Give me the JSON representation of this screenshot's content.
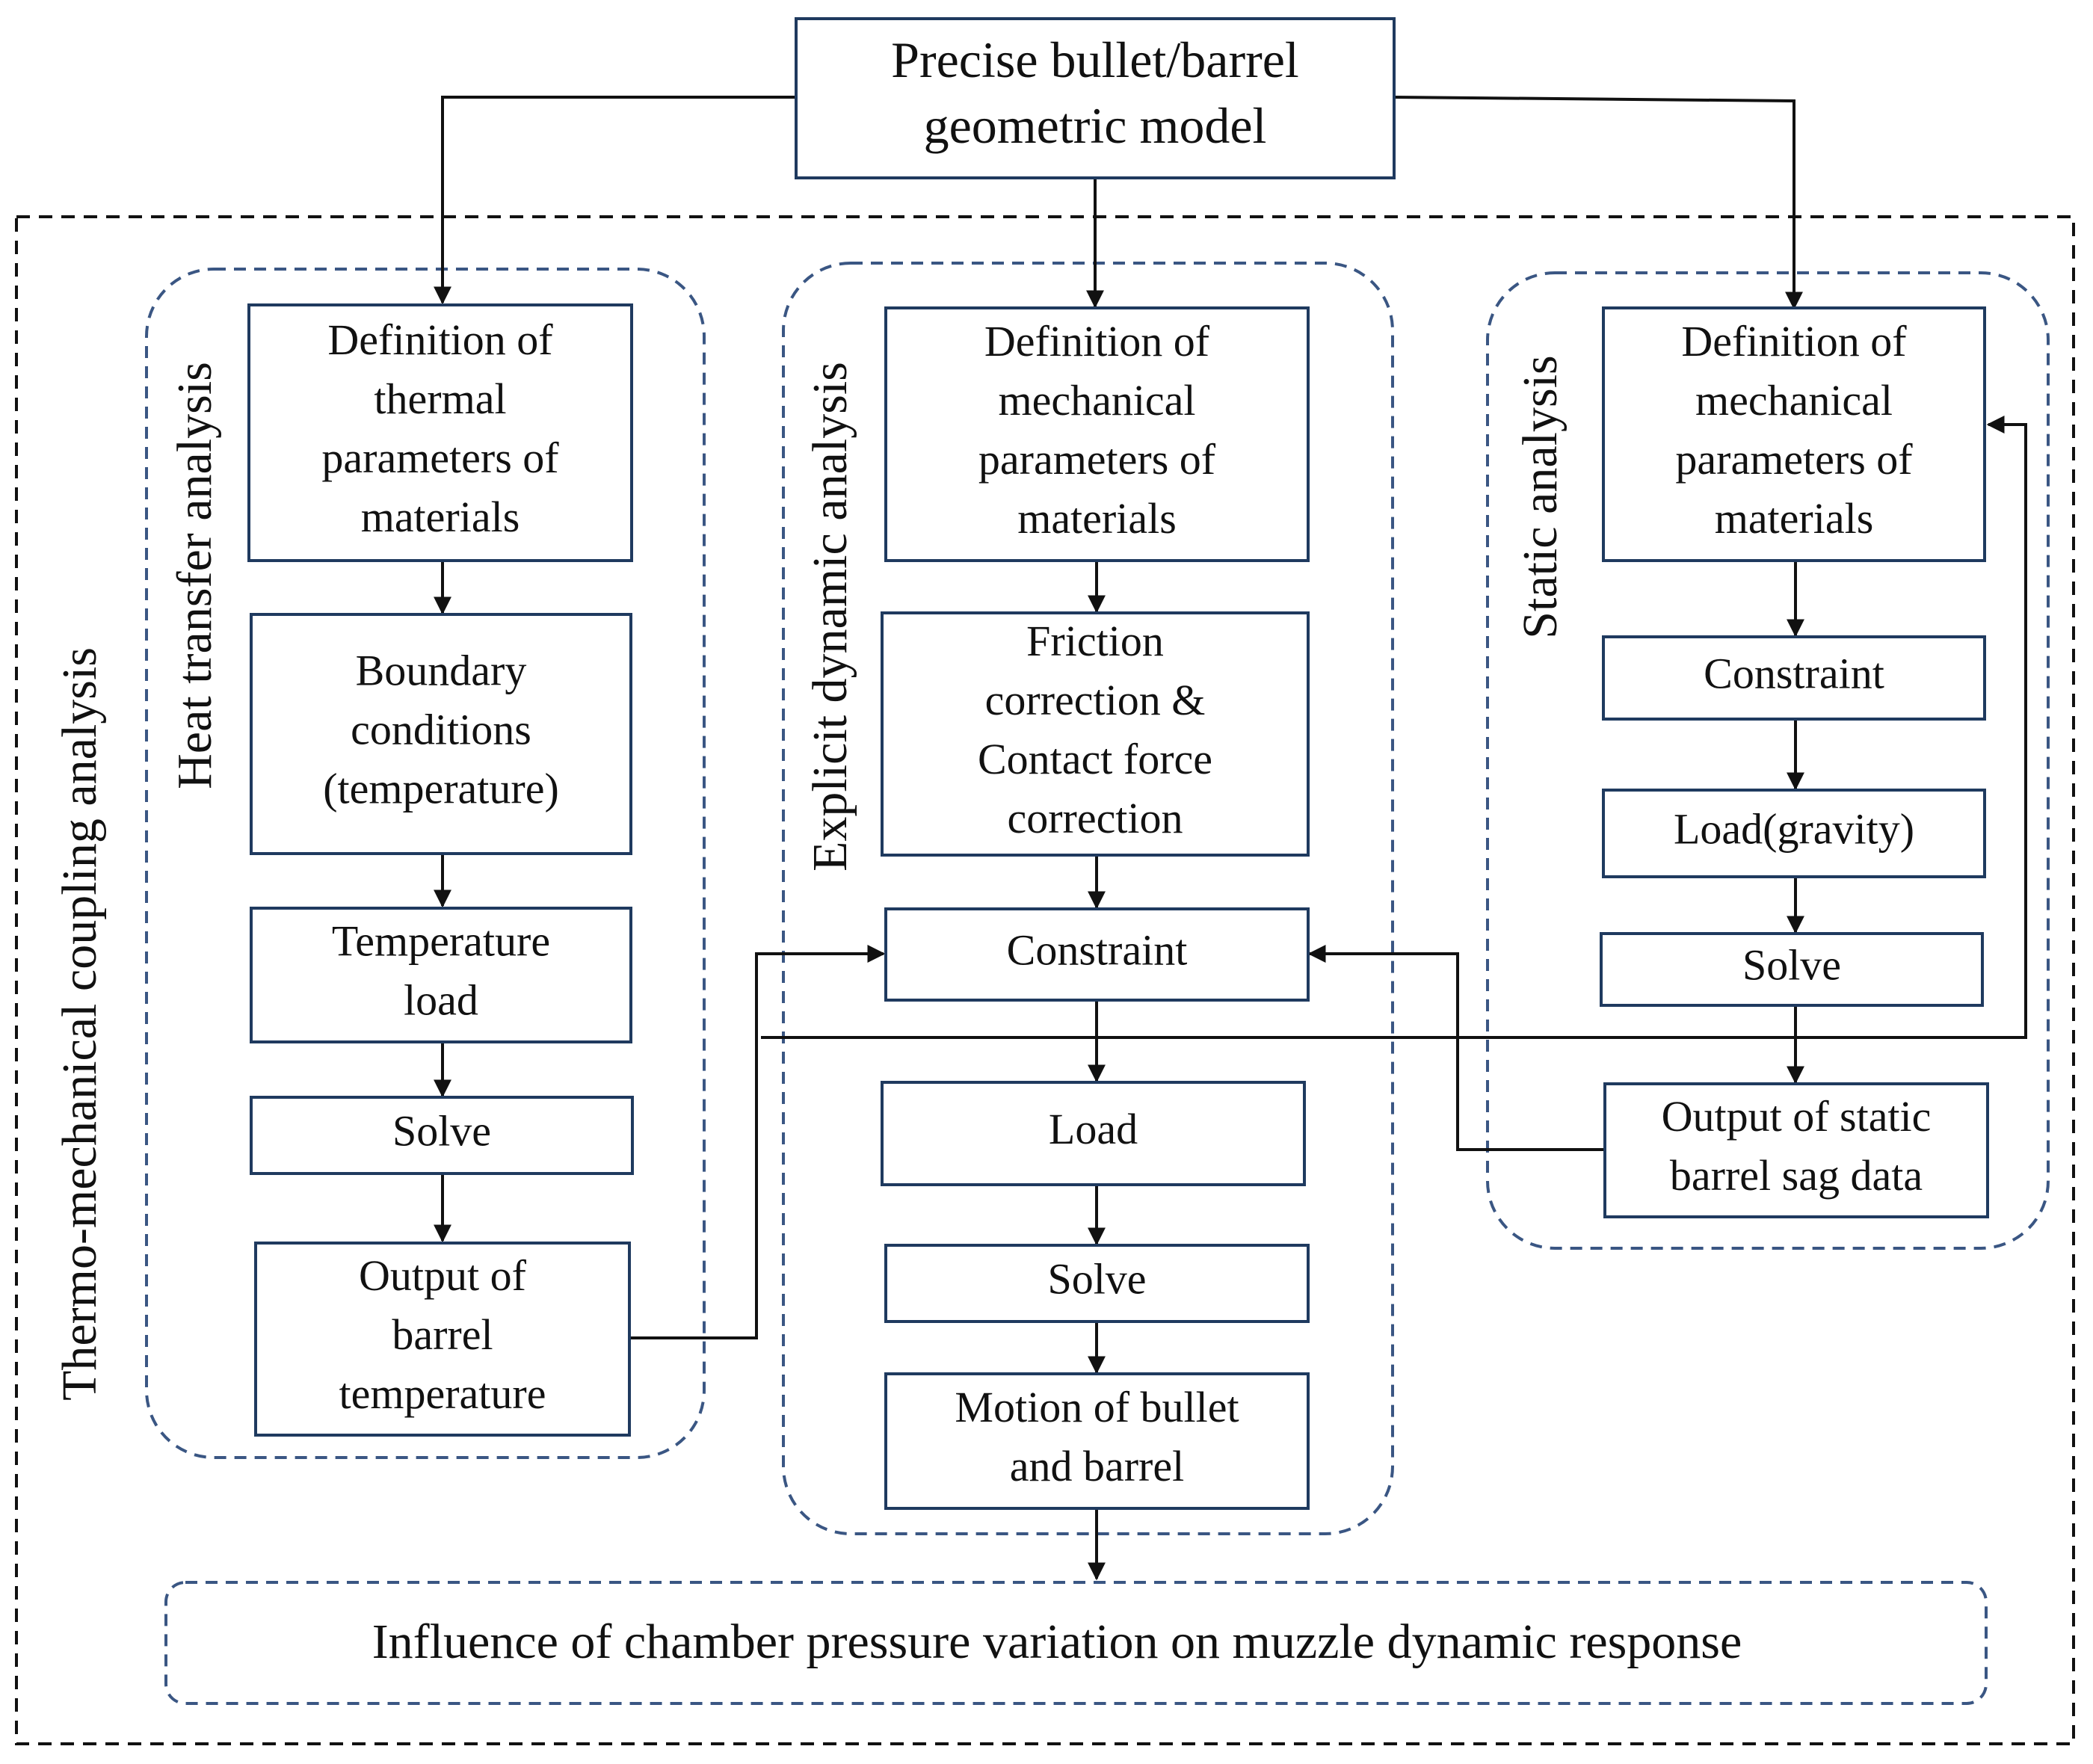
{
  "root": {
    "lines": [
      "Precise bullet/barrel",
      "geometric model"
    ]
  },
  "outer_label": "Thermo-mechanical coupling analysis",
  "heat": {
    "label": "Heat transfer analysis",
    "boxes": [
      {
        "lines": [
          "Definition of",
          "thermal",
          "parameters of",
          "materials"
        ]
      },
      {
        "lines": [
          "Boundary",
          "conditions",
          "(temperature)"
        ]
      },
      {
        "lines": [
          "Temperature",
          "load"
        ]
      },
      {
        "lines": [
          "Solve"
        ]
      },
      {
        "lines": [
          "Output of",
          "barrel",
          "temperature"
        ]
      }
    ]
  },
  "explicit": {
    "label": "Explicit dynamic analysis",
    "boxes": [
      {
        "lines": [
          "Definition of",
          "mechanical",
          "parameters of",
          "materials"
        ]
      },
      {
        "lines": [
          "Friction",
          "correction &",
          "Contact force",
          "correction"
        ]
      },
      {
        "lines": [
          "Constraint"
        ]
      },
      {
        "lines": [
          "Load"
        ]
      },
      {
        "lines": [
          "Solve"
        ]
      },
      {
        "lines": [
          "Motion of bullet",
          "and barrel"
        ]
      }
    ]
  },
  "static": {
    "label": "Static analysis",
    "boxes": [
      {
        "lines": [
          "Definition of",
          "mechanical",
          "parameters of",
          "materials"
        ]
      },
      {
        "lines": [
          "Constraint"
        ]
      },
      {
        "lines": [
          "Load(gravity)"
        ]
      },
      {
        "lines": [
          "Solve"
        ]
      },
      {
        "lines": [
          "Output of static",
          "barrel sag data"
        ]
      }
    ]
  },
  "result": {
    "text": "Influence of chamber pressure variation on muzzle dynamic response"
  },
  "colors": {
    "box_border": "#1f3a5f",
    "group_border": "#3a5683",
    "line": "#111111"
  }
}
